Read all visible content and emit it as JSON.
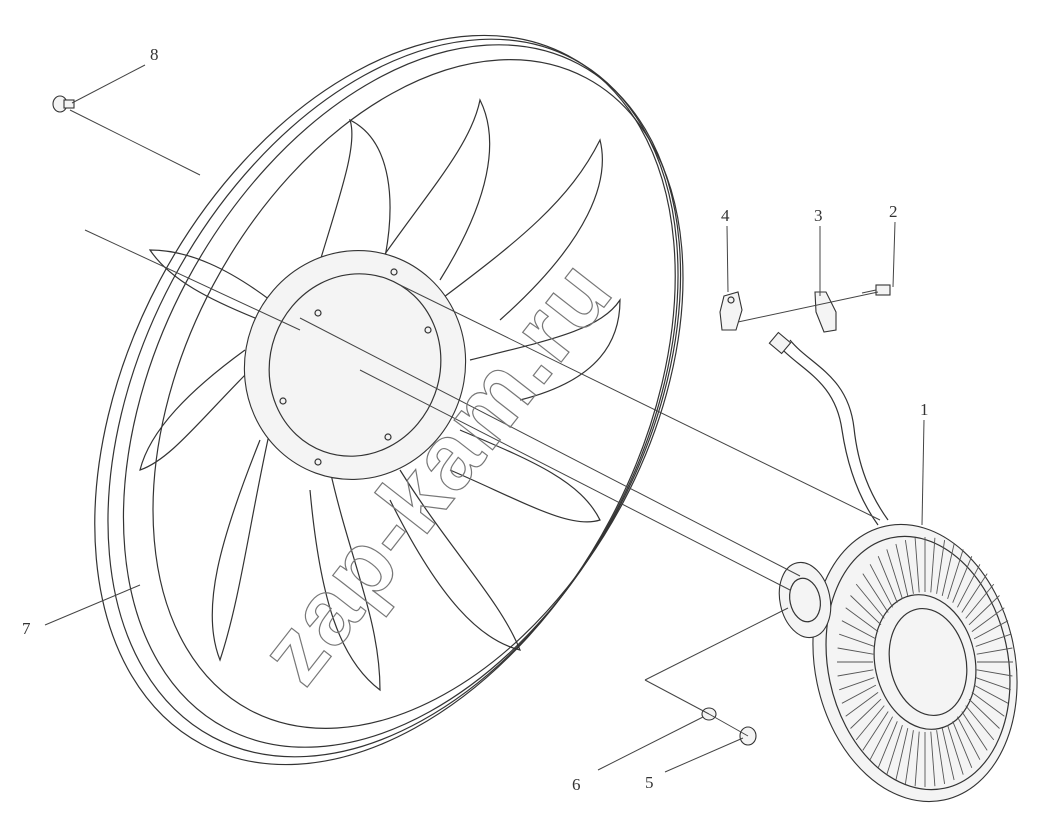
{
  "callouts": [
    {
      "id": "1",
      "text": "1"
    },
    {
      "id": "2",
      "text": "2"
    },
    {
      "id": "3",
      "text": "3"
    },
    {
      "id": "4",
      "text": "4"
    },
    {
      "id": "5",
      "text": "5"
    },
    {
      "id": "6",
      "text": "6"
    },
    {
      "id": "7",
      "text": "7"
    },
    {
      "id": "8",
      "text": "8"
    }
  ],
  "watermark": "zap-kam.ru"
}
